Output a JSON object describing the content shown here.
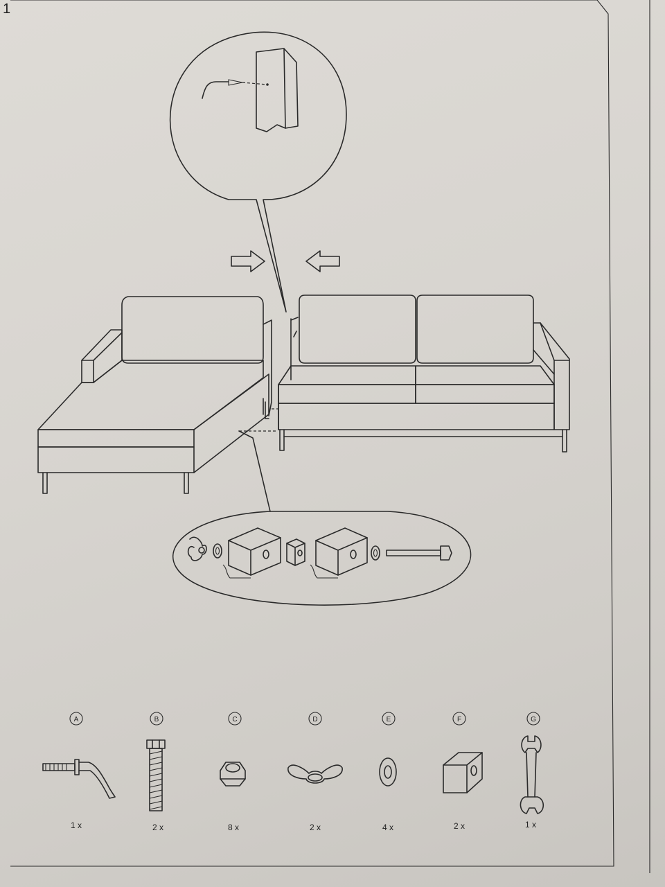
{
  "page": {
    "page_number": "1",
    "background_color": "#d8d5d0",
    "line_color": "#2a2a2a"
  },
  "illustration": {
    "icons": [
      "hook-screw-detail-icon",
      "arrow-right-icon",
      "arrow-left-icon",
      "chaise-section-icon",
      "sofa-section-icon",
      "bolt-connection-detail-icon"
    ]
  },
  "parts": [
    {
      "letter": "A",
      "quantity": "1 x",
      "icon": "hook-screw-icon"
    },
    {
      "letter": "B",
      "quantity": "2 x",
      "icon": "hex-bolt-icon"
    },
    {
      "letter": "C",
      "quantity": "8 x",
      "icon": "hex-nut-icon"
    },
    {
      "letter": "D",
      "quantity": "2 x",
      "icon": "wing-nut-icon"
    },
    {
      "letter": "E",
      "quantity": "4 x",
      "icon": "washer-icon"
    },
    {
      "letter": "F",
      "quantity": "2 x",
      "icon": "square-nut-block-icon"
    },
    {
      "letter": "G",
      "quantity": "1 x",
      "icon": "wrench-icon"
    }
  ]
}
